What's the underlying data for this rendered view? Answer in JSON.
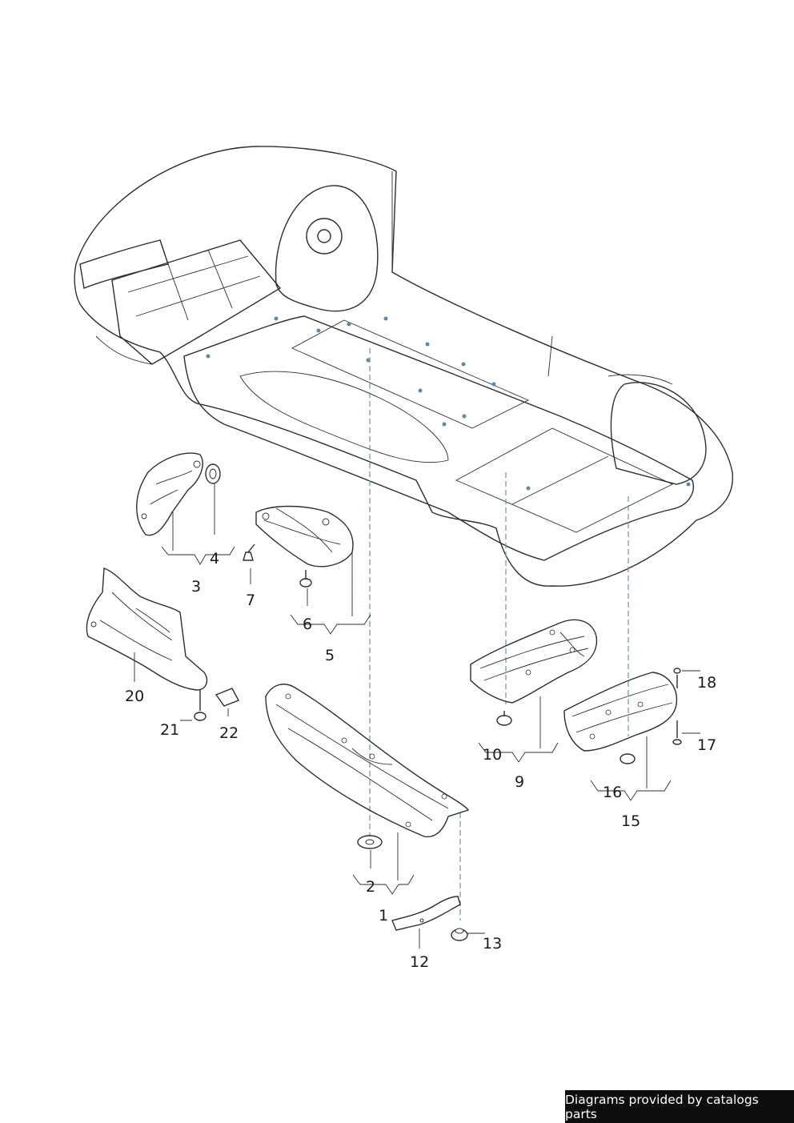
{
  "callouts": {
    "c1": "1",
    "c2": "2",
    "c3": "3",
    "c4": "4",
    "c5": "5",
    "c6": "6",
    "c7": "7",
    "c9": "9",
    "c10": "10",
    "c12": "12",
    "c13": "13",
    "c15": "15",
    "c16": "16",
    "c17": "17",
    "c18": "18",
    "c20": "20",
    "c21": "21",
    "c22": "22"
  },
  "footer": {
    "text": "Diagrams provided by catalogs parts"
  },
  "colors": {
    "body_light": "#e6eef3",
    "body_mid": "#c4d8e3",
    "panel_dark": "#2f4e60",
    "panel_mid": "#5d8aa0",
    "panel_light": "#a9c8d8",
    "line": "#2a2f33",
    "footer_bg": "#0d0d0d"
  }
}
